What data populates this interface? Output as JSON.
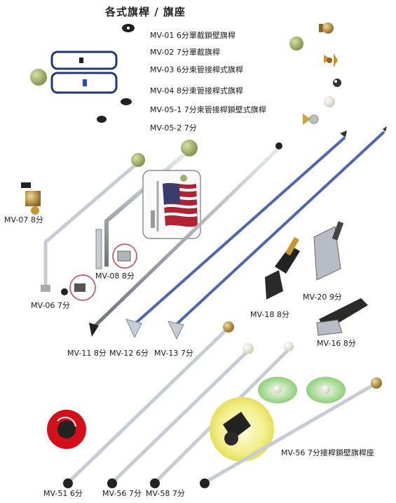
{
  "title": "各式旗桿 / 旗座",
  "colors": {
    "pole": "#a9adb4",
    "ball_green": "#9fb06a",
    "brass": "#b08a3a",
    "box_blue": "#24357a",
    "halo": "#f3f08c"
  },
  "labels": {
    "mv01": "MV-01 6分單截鎖壁旗桿",
    "mv02": "MV-02 7分單截旗桿",
    "mv03": "MV-03 6分束管接桿式旗桿",
    "mv04": "MV-04 8分束管接桿式旗桿",
    "mv05_1": "MV-05-1 7分束管接桿鎖壁式旗桿",
    "mv05_2": "MV-05-2 7分",
    "mv07": "MV-07 8分",
    "mv08": "MV-08 8分",
    "mv06": "MV-06 7分",
    "mv18": "MV-18 8分",
    "mv20": "MV-20 9分",
    "mv16": "MV-16 8分",
    "mv11": "MV-11 8分",
    "mv12": "MV-12 6分",
    "mv13": "MV-13 7分",
    "mv56_right": "MV-56 7分接桿鎖壁旗桿座",
    "mv51": "MV-51 6分",
    "mv56": "MV-56 7分",
    "mv58": "MV-58 7分"
  }
}
